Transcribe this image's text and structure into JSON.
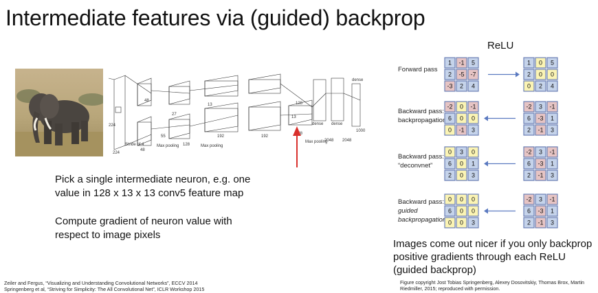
{
  "title": "Intermediate features via (guided) backprop",
  "text_pick": "Pick a single intermediate neuron, e.g. one value in 128 x 13 x 13 conv5 feature map",
  "text_compute": "Compute gradient of neuron value with respect to image pixels",
  "relu_label": "ReLU",
  "passes": [
    {
      "label_lines": [
        "Forward pass"
      ],
      "left": [
        "1",
        "-1",
        "5",
        "2",
        "-5",
        "-7",
        "-3",
        "2",
        "4"
      ],
      "right": [
        "1",
        "0",
        "5",
        "2",
        "0",
        "0",
        "0",
        "2",
        "4"
      ],
      "arrow": "right"
    },
    {
      "label_lines": [
        "Backward pass:",
        "backpropagation"
      ],
      "left": [
        "-2",
        "0",
        "-1",
        "6",
        "0",
        "0",
        "0",
        "-1",
        "3"
      ],
      "right": [
        "-2",
        "3",
        "-1",
        "6",
        "-3",
        "1",
        "2",
        "-1",
        "3"
      ],
      "arrow": "left"
    },
    {
      "label_lines": [
        "Backward pass:",
        "“deconvnet”"
      ],
      "left": [
        "0",
        "3",
        "0",
        "6",
        "0",
        "1",
        "2",
        "0",
        "3"
      ],
      "right": [
        "-2",
        "3",
        "-1",
        "6",
        "-3",
        "1",
        "2",
        "-1",
        "3"
      ],
      "arrow": "left"
    },
    {
      "label_lines": [
        "Backward pass:",
        "guided",
        "backpropagation"
      ],
      "left": [
        "0",
        "0",
        "0",
        "6",
        "0",
        "0",
        "0",
        "0",
        "3"
      ],
      "right": [
        "-2",
        "3",
        "-1",
        "6",
        "-3",
        "1",
        "2",
        "-1",
        "3"
      ],
      "arrow": "left"
    }
  ],
  "caption": "Images come out nicer if you only backprop positive gradients through each ReLU (guided backprop)",
  "figure_credit": "Figure copyright Jost Tobias Springenberg, Alexey Dosovitskiy, Thomas Brox, Martin Riedmiller, 2015; reproduced with permission.",
  "references": [
    "Zeiler and Fergus, “Visualizing and Understanding Convolutional Networks”, ECCV 2014",
    "Springenberg et al, “Striving for Simplicity: The All Convolutional Net”, ICLR Workshop 2015"
  ],
  "network_labels": {
    "stride": "Stride of 4",
    "max_pooling": "Max pooling",
    "dense": "dense",
    "n224": "224",
    "n48": "48",
    "n128": "128",
    "n192": "192",
    "n2048": "2048",
    "n1000": "1000",
    "n13": "13",
    "n27": "27",
    "n55": "55"
  },
  "colors": {
    "positive_blue": "#c5d3ea",
    "negative_red": "#e6c4c4",
    "zero_yellow": "#fbf4b4",
    "grid_border": "#6b7fb5",
    "arrow_blue": "#5a79c0",
    "arrow_red": "#d9302c"
  }
}
